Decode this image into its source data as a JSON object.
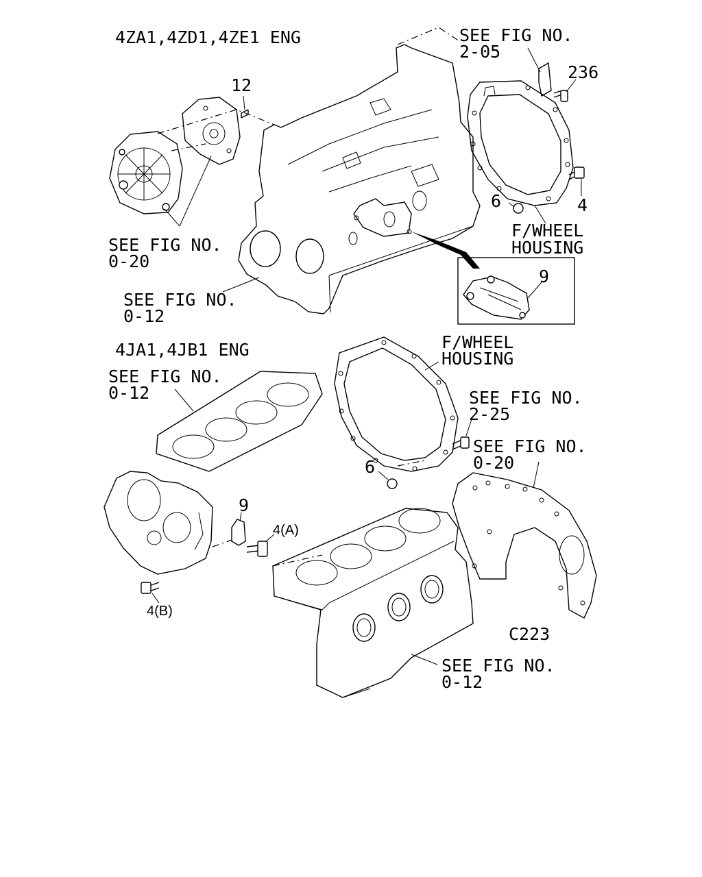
{
  "top": {
    "engine_label": "4ZA1,4ZD1,4ZE1 ENG",
    "ref_205": [
      "SEE FIG NO.",
      "2-05"
    ],
    "ref_020": [
      "SEE FIG NO.",
      "0-20"
    ],
    "ref_012": [
      "SEE FIG NO.",
      "0-12"
    ],
    "housing": [
      "F/WHEEL",
      "HOUSING"
    ],
    "part_12": "12",
    "part_236": "236",
    "part_4": "4",
    "part_6": "6",
    "part_9": "9"
  },
  "bottom": {
    "engine_label": "4JA1,4JB1 ENG",
    "ref_012_a": [
      "SEE FIG NO.",
      "0-12"
    ],
    "housing": [
      "F/WHEEL",
      "HOUSING"
    ],
    "ref_225": [
      "SEE FIG NO.",
      "2-25"
    ],
    "ref_020": [
      "SEE FIG NO.",
      "0-20"
    ],
    "part_6": "6",
    "part_9": "9",
    "part_4a": "4(A)",
    "part_4b": "4(B)",
    "code": "C223",
    "ref_012_b": [
      "SEE FIG NO.",
      "0-12"
    ]
  }
}
